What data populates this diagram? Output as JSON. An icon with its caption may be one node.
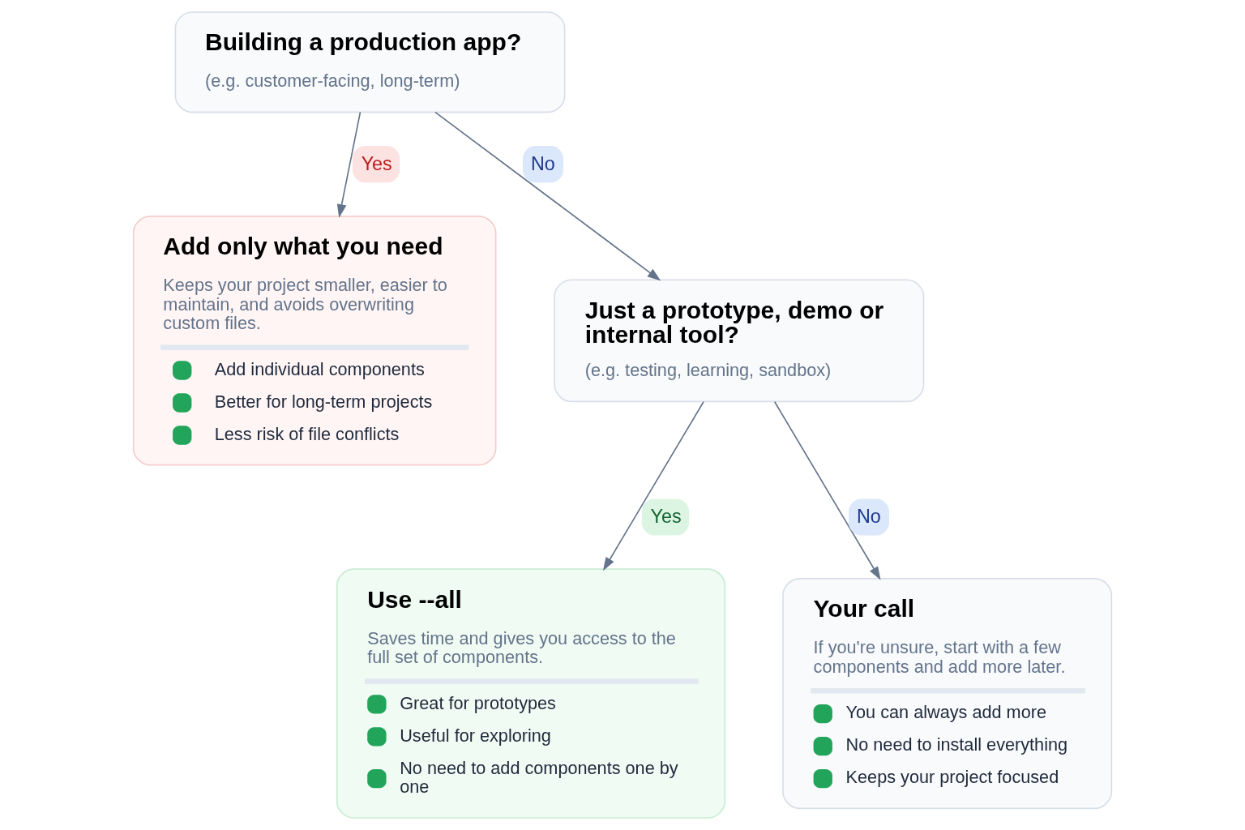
{
  "diagram": {
    "nodes": [
      {
        "text": [
          "Building a production app?",
          "(e.g. customer-facing, long-term)"
        ]
      },
      {
        "text": [
          "Add only what you need",
          "Keeps your project smaller, easier to maintain, and avoids overwriting custom files.",
          "Add individual components",
          "Better for long-term projects",
          "Less risk of file conflicts"
        ]
      },
      {
        "text": [
          "Just a prototype, demo or internal tool?",
          "(e.g. testing, learning, sandbox)"
        ]
      },
      {
        "text": [
          "Use --all",
          "Saves time and gives you access to the full set of components.",
          "Great for prototypes",
          "Useful for exploring",
          "No need to add components one by one"
        ]
      },
      {
        "text": [
          "Your call",
          "If you're unsure, start with a few components and add more later.",
          "You can always add more",
          "No need to install everything",
          "Keeps your project focused"
        ]
      }
    ],
    "edges": [
      {
        "from": 0,
        "to": 1,
        "arrow": "to",
        "label": "Yes"
      },
      {
        "from": 0,
        "to": 2,
        "arrow": "to",
        "label": "No"
      },
      {
        "from": 2,
        "to": 3,
        "arrow": "to",
        "label": "Yes"
      },
      {
        "from": 2,
        "to": 4,
        "arrow": "to",
        "label": "No"
      }
    ]
  }
}
